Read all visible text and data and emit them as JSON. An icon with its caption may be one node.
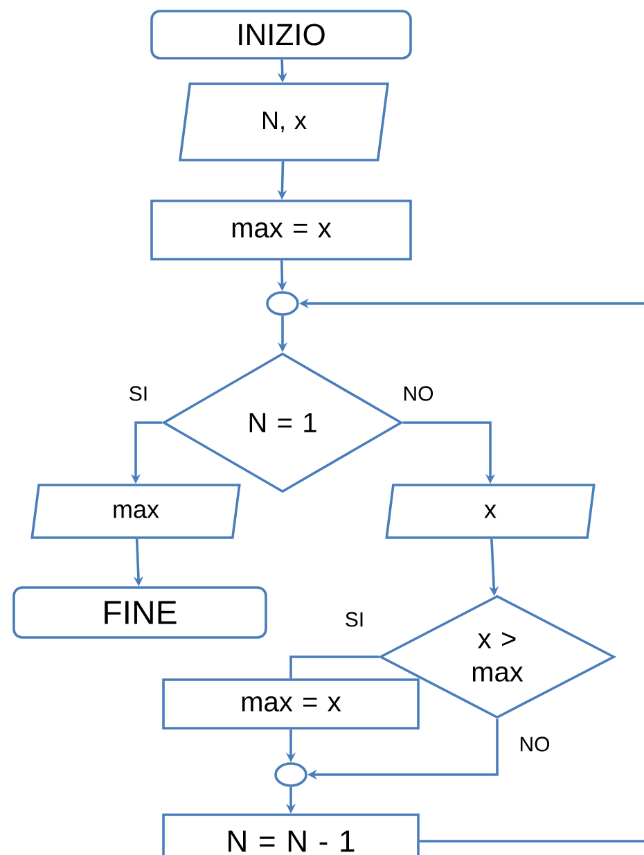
{
  "diagram": {
    "nodes": [
      {
        "text": [
          "INIZIO"
        ]
      },
      {
        "text": [
          "N, x"
        ]
      },
      {
        "text": [
          "max = x"
        ]
      },
      {
        "text": [],
        "shape": "circle"
      },
      {
        "text": [
          "N = 1"
        ]
      },
      {
        "text": [
          "max"
        ]
      },
      {
        "text": [
          "FINE"
        ]
      },
      {
        "text": [
          "x"
        ]
      },
      {
        "text": [
          "x > max"
        ]
      },
      {
        "text": [
          "max = x"
        ]
      },
      {
        "text": [],
        "shape": "circle"
      },
      {
        "text": [
          "N = N - 1"
        ]
      }
    ],
    "edges": [
      {
        "from": 0,
        "to": 1,
        "arrow": "to"
      },
      {
        "from": 1,
        "to": 2,
        "arrow": "to"
      },
      {
        "from": 2,
        "to": 3,
        "arrow": "to"
      },
      {
        "from": 3,
        "to": 4,
        "arrow": "to"
      },
      {
        "from": 4,
        "to": 5,
        "arrow": "to",
        "label": "SI"
      },
      {
        "from": 5,
        "to": 6,
        "arrow": "to"
      },
      {
        "from": 4,
        "to": 7,
        "arrow": "to",
        "label": "NO"
      },
      {
        "from": 7,
        "to": 8,
        "arrow": "to"
      },
      {
        "from": 8,
        "to": 9,
        "arrow": "none",
        "label": "SI"
      },
      {
        "from": 8,
        "to": 10,
        "arrow": "to",
        "label": "NO"
      },
      {
        "from": 9,
        "to": 10,
        "arrow": "to"
      },
      {
        "from": 10,
        "to": 11,
        "arrow": "to"
      },
      {
        "from": 11,
        "to": 3,
        "arrow": "to"
      }
    ]
  }
}
